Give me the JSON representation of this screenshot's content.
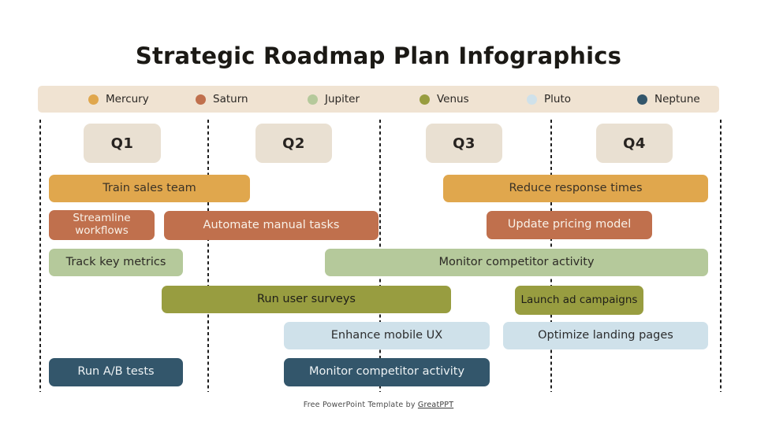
{
  "title": "Strategic Roadmap Plan Infographics",
  "legend": {
    "items": [
      {
        "name": "Mercury",
        "color": "#e0a74d"
      },
      {
        "name": "Saturn",
        "color": "#c0704d"
      },
      {
        "name": "Jupiter",
        "color": "#b5c99b"
      },
      {
        "name": "Venus",
        "color": "#989d40"
      },
      {
        "name": "Pluto",
        "color": "#cfe1ea"
      },
      {
        "name": "Neptune",
        "color": "#33566b"
      }
    ]
  },
  "quarters": [
    "Q1",
    "Q2",
    "Q3",
    "Q4"
  ],
  "roadmap": {
    "tasks": [
      {
        "label": "Train sales team",
        "series": "Mercury",
        "span": "Q1"
      },
      {
        "label": "Reduce response times",
        "series": "Mercury",
        "span": "Q3–Q4"
      },
      {
        "label": "Streamline workflows",
        "series": "Saturn",
        "span": "Q1"
      },
      {
        "label": "Automate manual tasks",
        "series": "Saturn",
        "span": "Q1–Q2"
      },
      {
        "label": "Update pricing model",
        "series": "Saturn",
        "span": "Q3–Q4"
      },
      {
        "label": "Track key metrics",
        "series": "Jupiter",
        "span": "Q1"
      },
      {
        "label": "Monitor competitor activity",
        "series": "Jupiter",
        "span": "Q2–Q4"
      },
      {
        "label": "Run user surveys",
        "series": "Venus",
        "span": "Q1–Q2"
      },
      {
        "label": "Launch ad campaigns",
        "series": "Venus",
        "span": "Q3–Q4"
      },
      {
        "label": "Enhance mobile UX",
        "series": "Pluto",
        "span": "Q2"
      },
      {
        "label": "Optimize landing pages",
        "series": "Pluto",
        "span": "Q3–Q4"
      },
      {
        "label": "Run A/B tests",
        "series": "Neptune",
        "span": "Q1"
      },
      {
        "label": "Monitor competitor activity",
        "series": "Neptune",
        "span": "Q2"
      }
    ]
  },
  "footer": {
    "prefix": "Free PowerPoint Template by ",
    "link_text": "GreatPPT"
  }
}
